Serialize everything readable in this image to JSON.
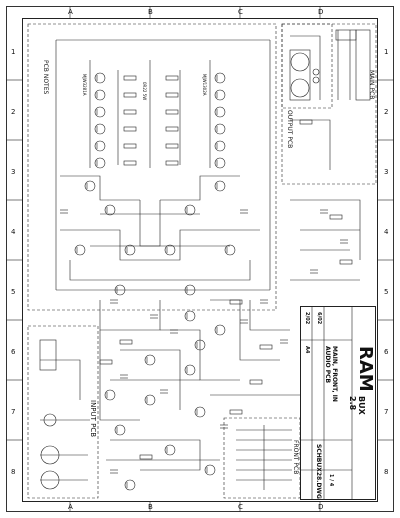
{
  "zones_top": [
    "A",
    "B",
    "C",
    "D"
  ],
  "zones_side": [
    "1",
    "2",
    "3",
    "4",
    "5",
    "6",
    "7",
    "8"
  ],
  "title_block": {
    "brand": "RAM",
    "model": "BUX 2.8",
    "title": "MAIN, FRONT, IN AUDIO PCB",
    "date": "6/02",
    "file": "SCHBUX28.DWG",
    "sheet": "1 / 4",
    "size": "A4",
    "rev": "2/02"
  },
  "pcb_labels": {
    "main": "MAIN PCB",
    "input": "INPUT PCB",
    "front": "FRONT PCB",
    "output": "OUTPUT PCB",
    "notes": "PCB NOTES"
  },
  "transistor_label": "MJW3281A",
  "transistor_label_b": "MJW1302A",
  "resistor_label": "0R22 5W"
}
